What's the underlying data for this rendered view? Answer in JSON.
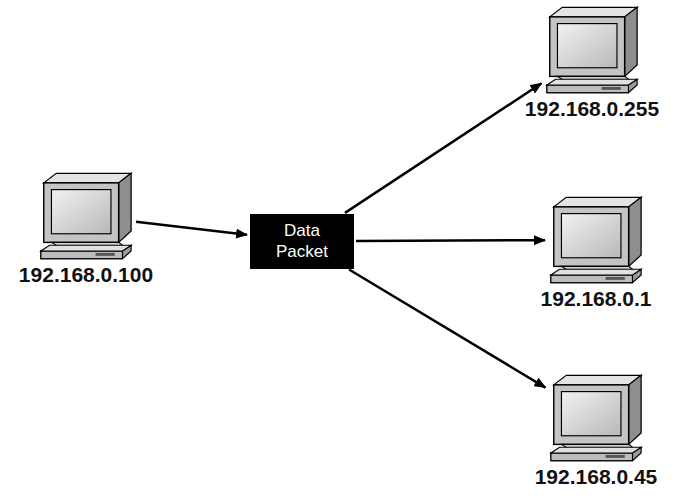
{
  "diagram": {
    "nodes": [
      {
        "text": [
          "192.168.0.100"
        ]
      },
      {
        "text": [
          "Data Packet"
        ]
      },
      {
        "text": [
          "192.168.0.255"
        ]
      },
      {
        "text": [
          "192.168.0.1"
        ]
      },
      {
        "text": [
          "192.168.0.45"
        ]
      }
    ],
    "edges": [
      {
        "from": 0,
        "to": 1,
        "arrow": "to"
      },
      {
        "from": 1,
        "to": 2,
        "arrow": "to"
      },
      {
        "from": 1,
        "to": 3,
        "arrow": "to"
      },
      {
        "from": 1,
        "to": 4,
        "arrow": "to"
      }
    ]
  }
}
